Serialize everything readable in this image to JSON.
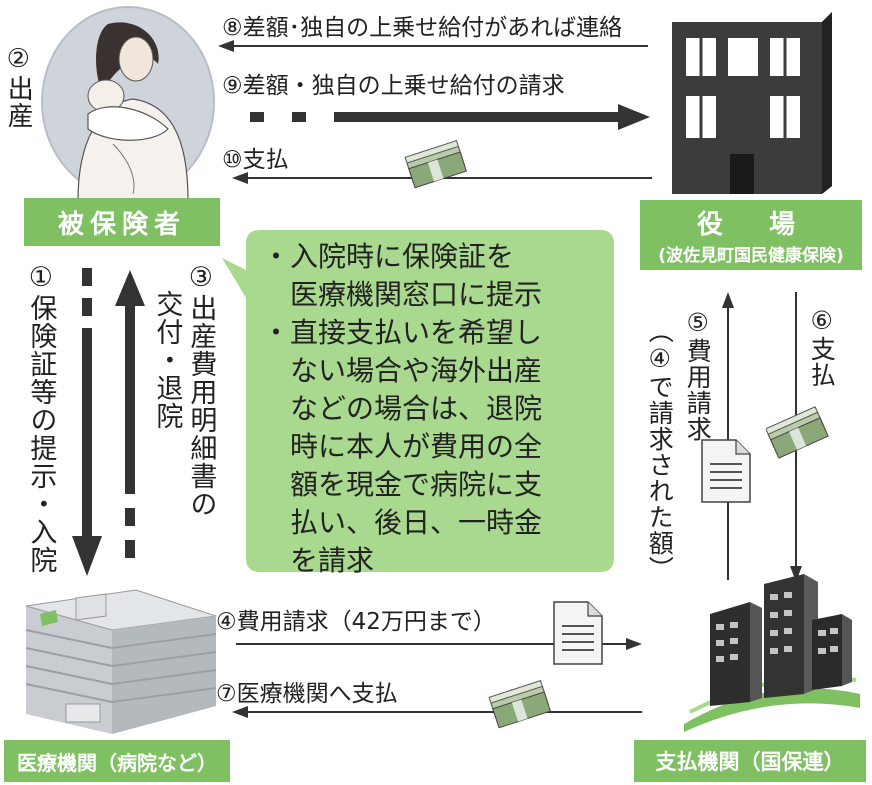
{
  "labels": {
    "insured": "被保険者",
    "city_office_title": "役　場",
    "city_office_sub": "(波佐見町国民健康保険)",
    "hospital": "医療機関（病院など）",
    "payment_org": "支払機関（国保連）"
  },
  "steps": {
    "s1": "①保険証等の提示・入院",
    "s2": "②出産",
    "s3a": "③出産費用明細書の",
    "s3b": "交付・退院",
    "s4": "④費用請求（42万円まで）",
    "s5a": "⑤費用請求",
    "s5b": "（④で請求された額）",
    "s6": "⑥支払",
    "s7": "⑦医療機関へ支払",
    "s8": "⑧差額･独自の上乗せ給付があれば連絡",
    "s9": "⑨差額・独自の上乗せ給付の請求",
    "s10": "⑩支払"
  },
  "bubble": {
    "lines": [
      "・入院時に保険証を",
      "　医療機関窓口に提示",
      "・直接支払いを希望し",
      "　ない場合や海外出産",
      "　などの場合は、退院",
      "　時に本人が費用の全",
      "　額を現金で病院に支",
      "　払い、後日、一時金",
      "　を請求"
    ]
  },
  "colors": {
    "label_green": "#7fc062",
    "bubble_green": "#a8d98e",
    "arrow": "#333333",
    "money_green": "#6f8f5a"
  },
  "icons": [
    "mother-baby-icon",
    "building-icon",
    "hospital-icon",
    "office-tower-icon",
    "document-icon",
    "money-icon"
  ]
}
